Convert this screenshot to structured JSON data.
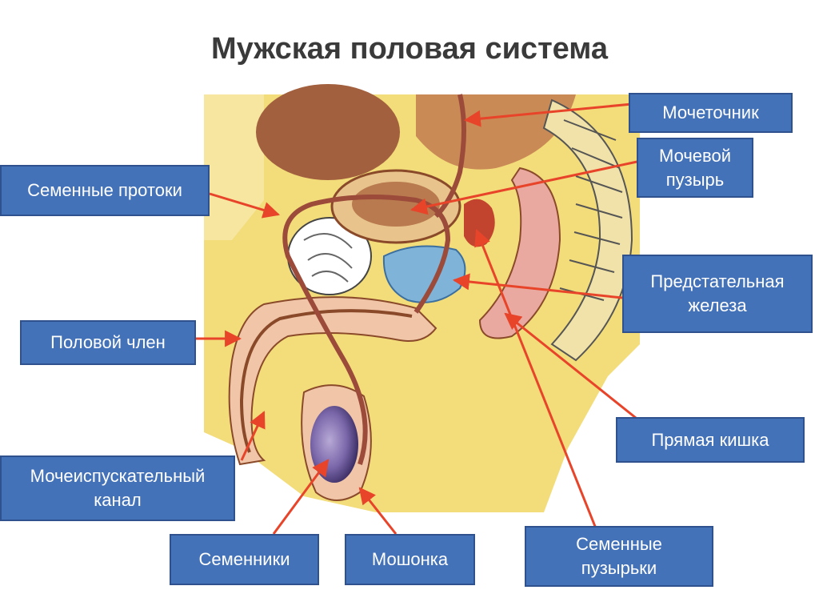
{
  "title": "Мужская половая система",
  "labels": {
    "ureter": "Мочеточник",
    "bladder": "Мочевой\nпузырь",
    "vas_deferens": "Семенные протоки",
    "prostate": "Предстательная\nжелеза",
    "penis": "Половой член",
    "rectum": "Прямая кишка",
    "urethra": "Мочеиспускательный\nканал",
    "testes": "Семенники",
    "scrotum": "Мошонка",
    "seminal_vesicles": "Семенные\nпузырьки"
  },
  "colors": {
    "label_fill": "#4472b8",
    "label_border": "#2f528f",
    "arrow": "#e8442a",
    "body_tissue": "#f3dc7a",
    "duct": "#9c4a3a",
    "prostate": "#7fb3d8",
    "testis": "#6d5a9e"
  }
}
